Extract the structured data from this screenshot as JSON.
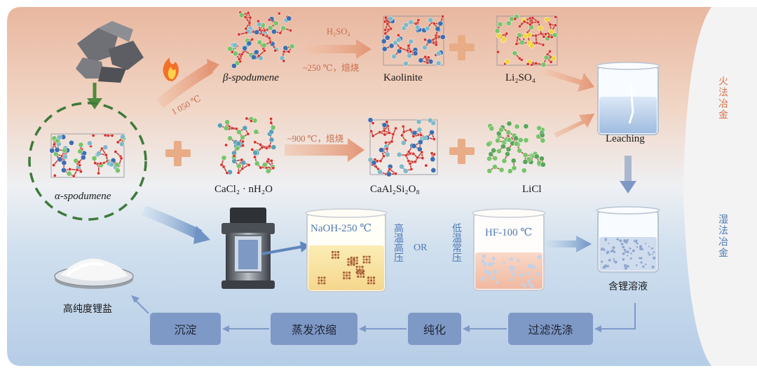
{
  "side_labels": {
    "pyro": "火法冶金",
    "hydro": "湿法冶金"
  },
  "route_top": {
    "temp_label": "1 050 ℃",
    "beta_label": "β-spodumene",
    "reagent": "H₂SO₄",
    "roast_condition": "~250 ℃，焙烧",
    "kaolinite_label": "Kaolinite",
    "li2so4_label": "Li₂SO₄"
  },
  "route_middle": {
    "alpha_label": "α-spodumene",
    "cacl2_label": "CaCl₂ · nH₂O",
    "roast_condition": "~900 ℃，焙烧",
    "product_label": "CaAl₂Si₂O₈",
    "licl_label": "LiCl"
  },
  "leaching_label": "Leaching",
  "pressure": {
    "naoh_label": "NaOH-250 ℃",
    "naoh_note": "高温高压",
    "or_label": "OR",
    "hf_note": "低温常压",
    "hf_label": "HF-100 ℃"
  },
  "solution_label": "含锂溶液",
  "final_label": "高纯度锂盐",
  "process_steps": [
    "过滤洗涤",
    "纯化",
    "蒸发浓缩",
    "沉淀"
  ],
  "colors": {
    "top_bg": "#eec3ad",
    "bottom_bg": "#bdd3e9",
    "step_box": "#7f99c6",
    "orange_arrow": "#e5a181",
    "blue_arrow": "#7f99c6",
    "plus_sign": "#e8ac86",
    "dashed_circle": "#3d7a3a"
  }
}
